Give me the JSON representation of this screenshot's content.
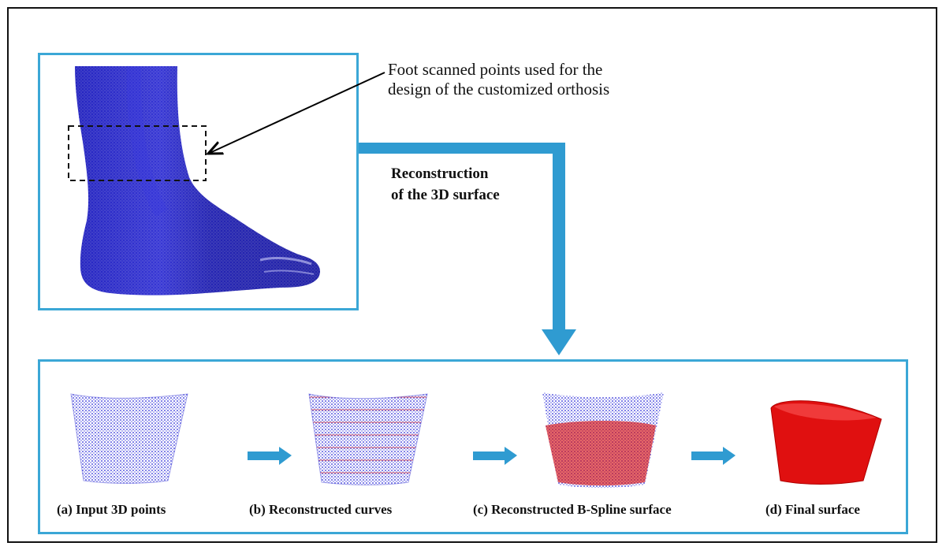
{
  "callout": {
    "line1": "Foot scanned points used for the",
    "line2": "design of the customized orthosis"
  },
  "step": {
    "line1": "Reconstruction",
    "line2": "of the 3D surface"
  },
  "captions": {
    "a": "(a) Input 3D points",
    "b": "(b) Reconstructed curves",
    "c": "(c) Reconstructed B-Spline surface",
    "d": "(d) Final surface"
  },
  "colors": {
    "panel_border": "#3ba7d6",
    "arrow": "#2f9bd1",
    "points": "#1a1acc",
    "surface": "#e01010"
  }
}
